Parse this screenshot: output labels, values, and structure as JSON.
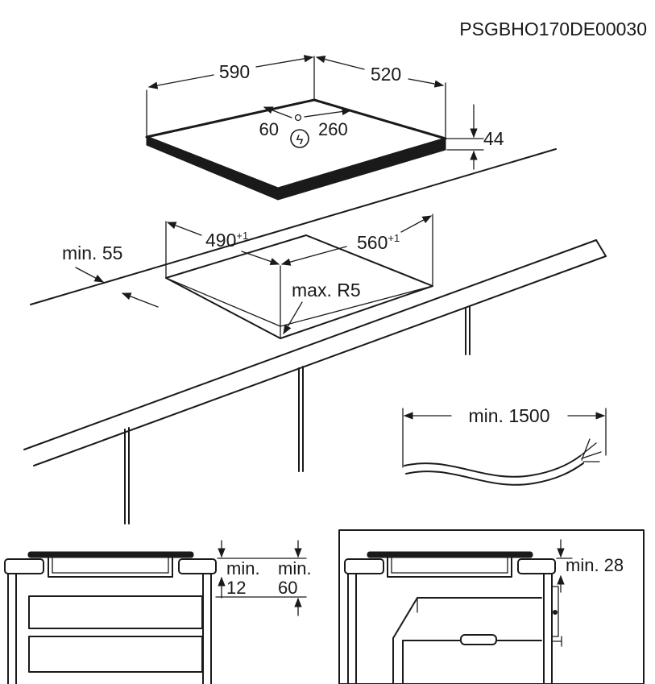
{
  "document_code": "PSGBHO170DE00030",
  "hob_dimensions": {
    "width": "590",
    "depth": "520",
    "height": "44",
    "connection_left": "60",
    "connection_right": "260",
    "power_symbol": "ϟ"
  },
  "cutout": {
    "width": {
      "value": "490",
      "tolerance": "+1"
    },
    "depth": {
      "value": "560",
      "tolerance": "+1"
    },
    "radius": "max. R5",
    "edge_min": "min. 55"
  },
  "cable": {
    "label": "min. 1500"
  },
  "installation_left": {
    "gap_label_a": "min.",
    "gap_value_a": "12",
    "gap_label_b": "min.",
    "gap_value_b": "60"
  },
  "installation_right": {
    "gap_label": "min. 28"
  }
}
